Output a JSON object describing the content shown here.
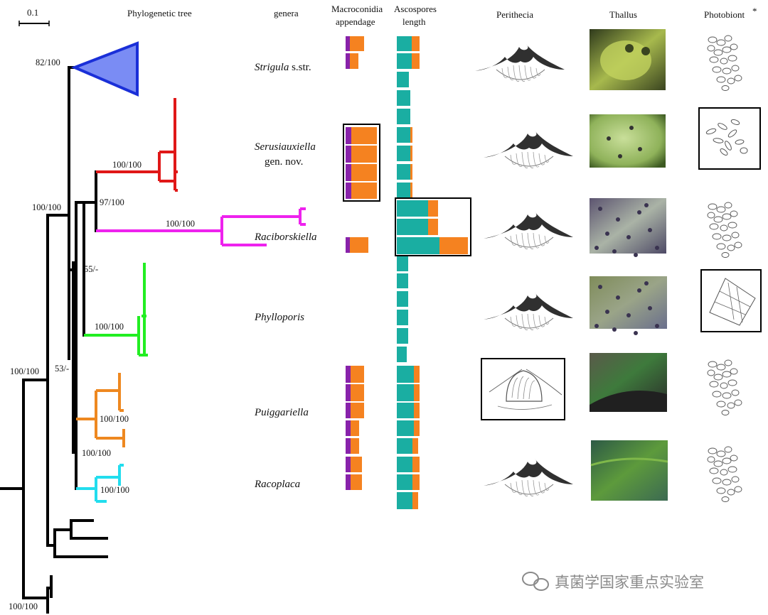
{
  "headers": {
    "scale": "0.1",
    "tree": "Phylogenetic tree",
    "genera": "genera",
    "macro_1": "Macroconidia",
    "macro_2": "appendage",
    "asco_1": "Ascospores",
    "asco_2": "length",
    "perithecia": "Perithecia",
    "thallus": "Thallus",
    "photobiont": "Photobiont",
    "photobiont_mark": "*"
  },
  "genera": {
    "strigula": "Strigula",
    "strigula_suffix": " s.str.",
    "serusiauxiella": "Serusiauxiella",
    "serusiauxiella_note": "gen. nov.",
    "raciborskiella": "Raciborskiella",
    "phylloporis": "Phylloporis",
    "puiggariella": "Puiggariella",
    "racoplaca": "Racoplaca"
  },
  "support_values": {
    "strigula": "82/100",
    "serus_clade": "100/100",
    "serus_racib": "97/100",
    "racib_clade": "100/100",
    "upper_group": "100/100",
    "node_55": "55/-",
    "phyllo_clade": "100/100",
    "node_53": "53/-",
    "root_main": "100/100",
    "puigg_clade": "100/100",
    "node_lower": "100/100",
    "racopl_clade": "100/100",
    "outgroup": "100/100"
  },
  "clade_colors": {
    "strigula": "#5566ee",
    "serusiauxiella": "#e01818",
    "raciborskiella": "#ee22ee",
    "phylloporis": "#22ee22",
    "puiggariella": "#ee8820",
    "racoplaca": "#22ddee",
    "backbone": "#000000"
  },
  "bar_colors": {
    "macro_purple": "#8822aa",
    "macro_orange": "#f58220",
    "asco_teal": "#1aaea2",
    "asco_orange": "#f58220"
  },
  "watermark": "真菌学国家重点实验室"
}
